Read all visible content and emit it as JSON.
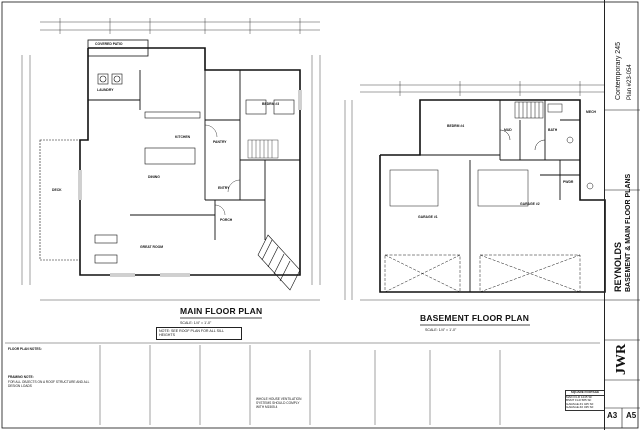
{
  "main_plan": {
    "title": "MAIN FLOOR PLAN",
    "scale": "SCALE:  1/4\" = 1'-0\"",
    "note": "NOTE:  SEE ROOF PLAN FOR ALL SILL HEIGHTS",
    "rooms": {
      "covered_patio": "COVERED PATIO",
      "laundry": "LAUNDRY",
      "kitchen": "KITCHEN",
      "pantry": "PANTRY",
      "dining": "DINING",
      "deck": "DECK",
      "bedroom": "BEDRM #3",
      "entry": "ENTRY",
      "porch": "PORCH",
      "great_room": "GREAT ROOM"
    }
  },
  "basement_plan": {
    "title": "BASEMENT FLOOR PLAN",
    "scale": "SCALE:  1/4\" = 1'-0\"",
    "rooms": {
      "bedroom": "BEDRM #4",
      "mud": "MUD",
      "bath": "BATH",
      "garage1": "GARAGE #1",
      "garage2": "GARAGE #2",
      "mech": "MECH",
      "pwdr": "PWDR"
    }
  },
  "notes": {
    "floor_plan_notes": "FLOOR PLAN NOTES:",
    "framing_note": "FRAMING NOTE:",
    "framing_text": "FOR ALL OBJECTS ON A ROOF STRUCTURE AND ALL DESIGN LOADS",
    "ventilation": "WHOLE HOUSE VENTILATION SYSTEMS SHOULD COMPLY WITH M1505.4"
  },
  "title_block": {
    "project": "Contemporary 245",
    "plan_number": "Plan #23-054",
    "client": "REYNOLDS",
    "sheet_title": "BASEMENT & MAIN FLOOR PLANS",
    "firm_logo": "JWR",
    "sheet_number": "A3",
    "sheet_total": "A5"
  },
  "square_footage": {
    "heading": "SQUARE FOOTAGE",
    "rows": [
      "MAIN FLR   1245 SF",
      "BSMT FLR    585 SF",
      "GARAGE #1   425 SF",
      "GARAGE #2   435 SF"
    ]
  }
}
